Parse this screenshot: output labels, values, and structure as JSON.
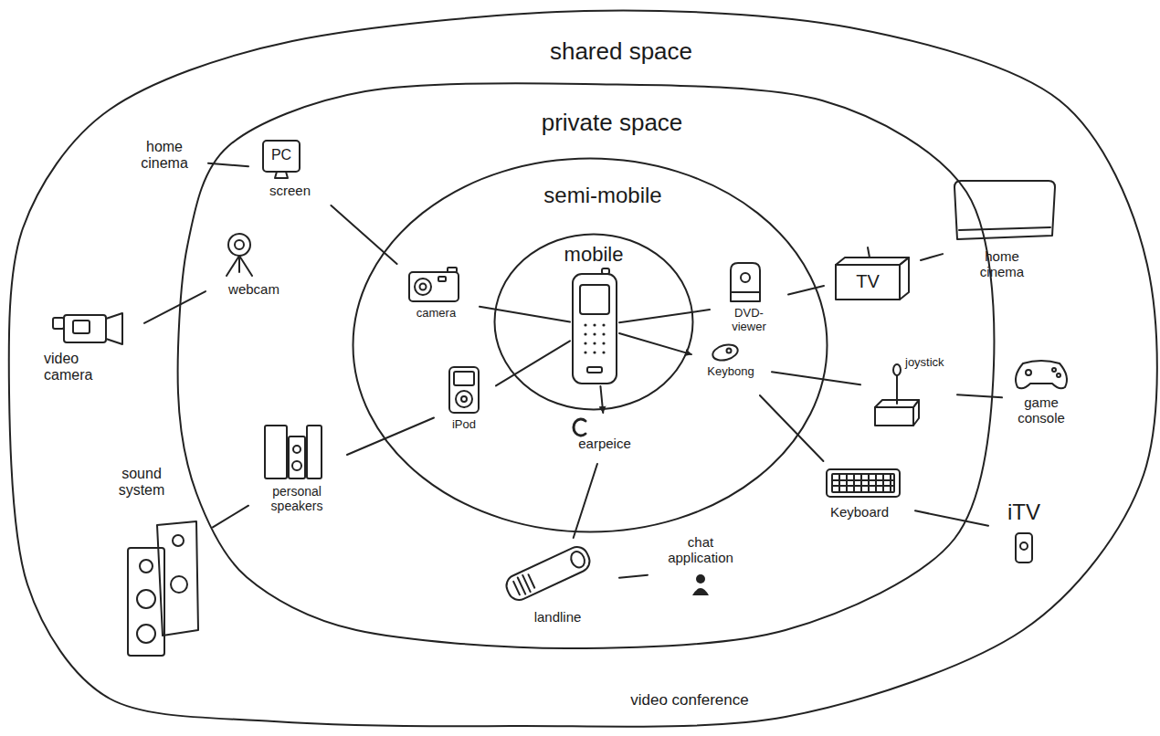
{
  "diagram": {
    "nodes": [
      {
        "text": [
          "shared space"
        ]
      },
      {
        "text": [
          "private space"
        ],
        "in": 0
      },
      {
        "text": [
          "semi-mobile"
        ],
        "in": 1
      },
      {
        "text": [
          "mobile"
        ],
        "in": 2
      },
      {
        "text": [
          "home cinema"
        ],
        "in": 0
      },
      {
        "text": [
          "PC",
          "screen"
        ],
        "in": 1
      },
      {
        "text": [
          "camera"
        ],
        "in": 2
      },
      {
        "text": [
          "DVD-viewer"
        ],
        "in": 2
      },
      {
        "text": [
          "TV"
        ],
        "in": 1
      },
      {
        "text": [
          "home cinema"
        ],
        "in": 0
      },
      {
        "text": [
          "video camera"
        ],
        "in": 0
      },
      {
        "text": [
          "webcam"
        ],
        "in": 1
      },
      {
        "text": [
          "iPod"
        ],
        "in": 2
      },
      {
        "text": [
          "Keybong"
        ],
        "in": 2
      },
      {
        "text": [
          "joystick"
        ],
        "in": 1
      },
      {
        "text": [
          "game console"
        ],
        "in": 0
      },
      {
        "text": [
          "sound system"
        ],
        "in": 0
      },
      {
        "text": [
          "personal speakers"
        ],
        "in": 1
      },
      {
        "text": [
          "earpeice"
        ],
        "in": 2
      },
      {
        "text": [
          "landline"
        ],
        "in": 1
      },
      {
        "text": [
          "chat application"
        ],
        "in": 1
      },
      {
        "text": [
          "Keyboard"
        ],
        "in": 1
      },
      {
        "text": [
          "iTV"
        ],
        "in": 0
      }
    ],
    "edges": [
      {
        "from": 3,
        "to": 6,
        "arrow": "none"
      },
      {
        "from": 3,
        "to": 7,
        "arrow": "none"
      },
      {
        "from": 3,
        "to": 12,
        "arrow": "none"
      },
      {
        "from": 3,
        "to": 13,
        "arrow": "to"
      },
      {
        "from": 3,
        "to": 18,
        "arrow": "to"
      },
      {
        "from": 6,
        "to": 5,
        "arrow": "none"
      },
      {
        "from": 4,
        "to": 5,
        "arrow": "none"
      },
      {
        "from": 7,
        "to": 8,
        "arrow": "none"
      },
      {
        "from": 8,
        "to": 9,
        "arrow": "none"
      },
      {
        "from": 11,
        "to": 10,
        "arrow": "none"
      },
      {
        "from": 12,
        "to": 17,
        "arrow": "none"
      },
      {
        "from": 17,
        "to": 16,
        "arrow": "none"
      },
      {
        "from": 13,
        "to": 14,
        "arrow": "none"
      },
      {
        "from": 14,
        "to": 15,
        "arrow": "none"
      },
      {
        "from": 13,
        "to": 21,
        "arrow": "none"
      },
      {
        "from": 21,
        "to": 22,
        "arrow": "none"
      },
      {
        "from": 18,
        "to": 19,
        "arrow": "none"
      },
      {
        "from": 19,
        "to": 20,
        "arrow": "none"
      }
    ],
    "labels": [
      "video conference"
    ]
  }
}
